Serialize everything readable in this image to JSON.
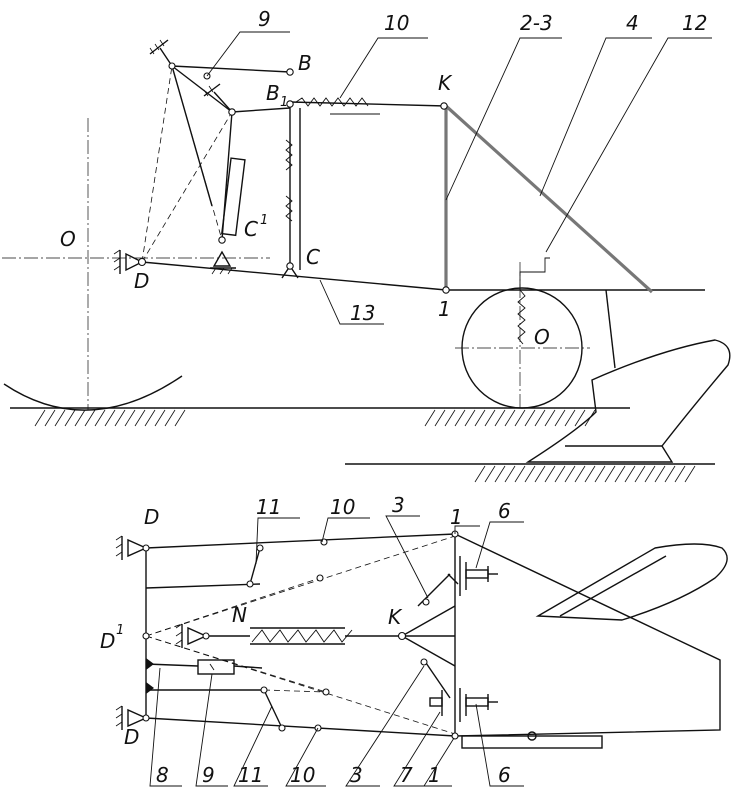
{
  "top_view": {
    "labels": {
      "n9": "9",
      "n10": "10",
      "n23": "2-3",
      "n4": "4",
      "n12": "12",
      "B": "B",
      "B1": "B",
      "B1_sub": "1",
      "K": "K",
      "O_left": "O",
      "C1": "C",
      "C1_sup": "1",
      "C": "C",
      "D": "D",
      "n1": "1",
      "n13": "13",
      "O_wheel": "O"
    }
  },
  "bottom_view": {
    "labels": {
      "D_top": "D",
      "n11_top": "11",
      "n10_top": "10",
      "n3_top": "3",
      "n1_top": "1",
      "n6_top": "6",
      "N": "N",
      "K": "K",
      "D1": "D",
      "D1_sup": "1",
      "D_bot": "D",
      "n8": "8",
      "n9": "9",
      "n11_bot": "11",
      "n10_bot": "10",
      "n3_bot": "3",
      "n7": "7",
      "n1_bot": "1",
      "n6_bot": "6"
    }
  }
}
